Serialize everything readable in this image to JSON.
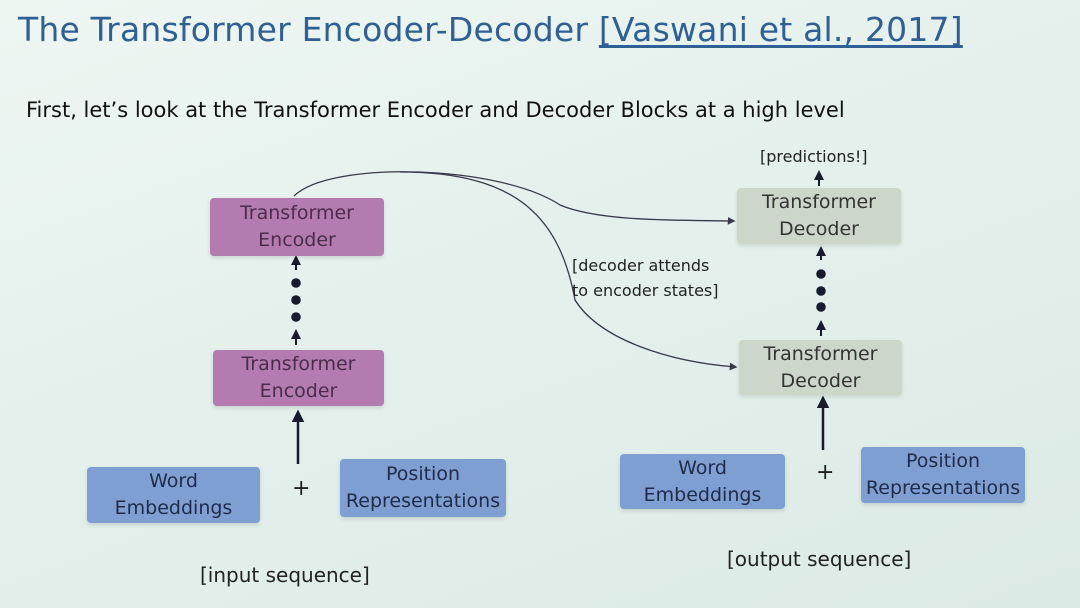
{
  "slide": {
    "title": "The Transformer Encoder-Decoder",
    "citation": "[Vaswani et al., 2017]",
    "subtitle": "First, let’s look at the Transformer Encoder and Decoder Blocks at a high level"
  },
  "encoder_side": {
    "top_block": {
      "line1": "Transformer",
      "line2": "Encoder"
    },
    "bottom_block": {
      "line1": "Transformer",
      "line2": "Encoder"
    },
    "word_embeddings": {
      "line1": "Word",
      "line2": "Embeddings"
    },
    "plus": "+",
    "position_representations": {
      "line1": "Position",
      "line2": "Representations"
    },
    "caption": "[input sequence]"
  },
  "decoder_side": {
    "predictions": "[predictions!]",
    "top_block": {
      "line1": "Transformer",
      "line2": "Decoder"
    },
    "bottom_block": {
      "line1": "Transformer",
      "line2": "Decoder"
    },
    "word_embeddings": {
      "line1": "Word",
      "line2": "Embeddings"
    },
    "plus": "+",
    "position_representations": {
      "line1": "Position",
      "line2": "Representations"
    },
    "caption": "[output sequence]"
  },
  "cross_attention_note": {
    "line1": "[decoder attends",
    "line2": "to encoder states]"
  },
  "colors": {
    "title": "#2e5f95",
    "encoder_block": "#b47bb0",
    "decoder_block": "#cdd6cb",
    "embedding_block": "#7f9fd2",
    "arrow": "#1a1a2e"
  }
}
